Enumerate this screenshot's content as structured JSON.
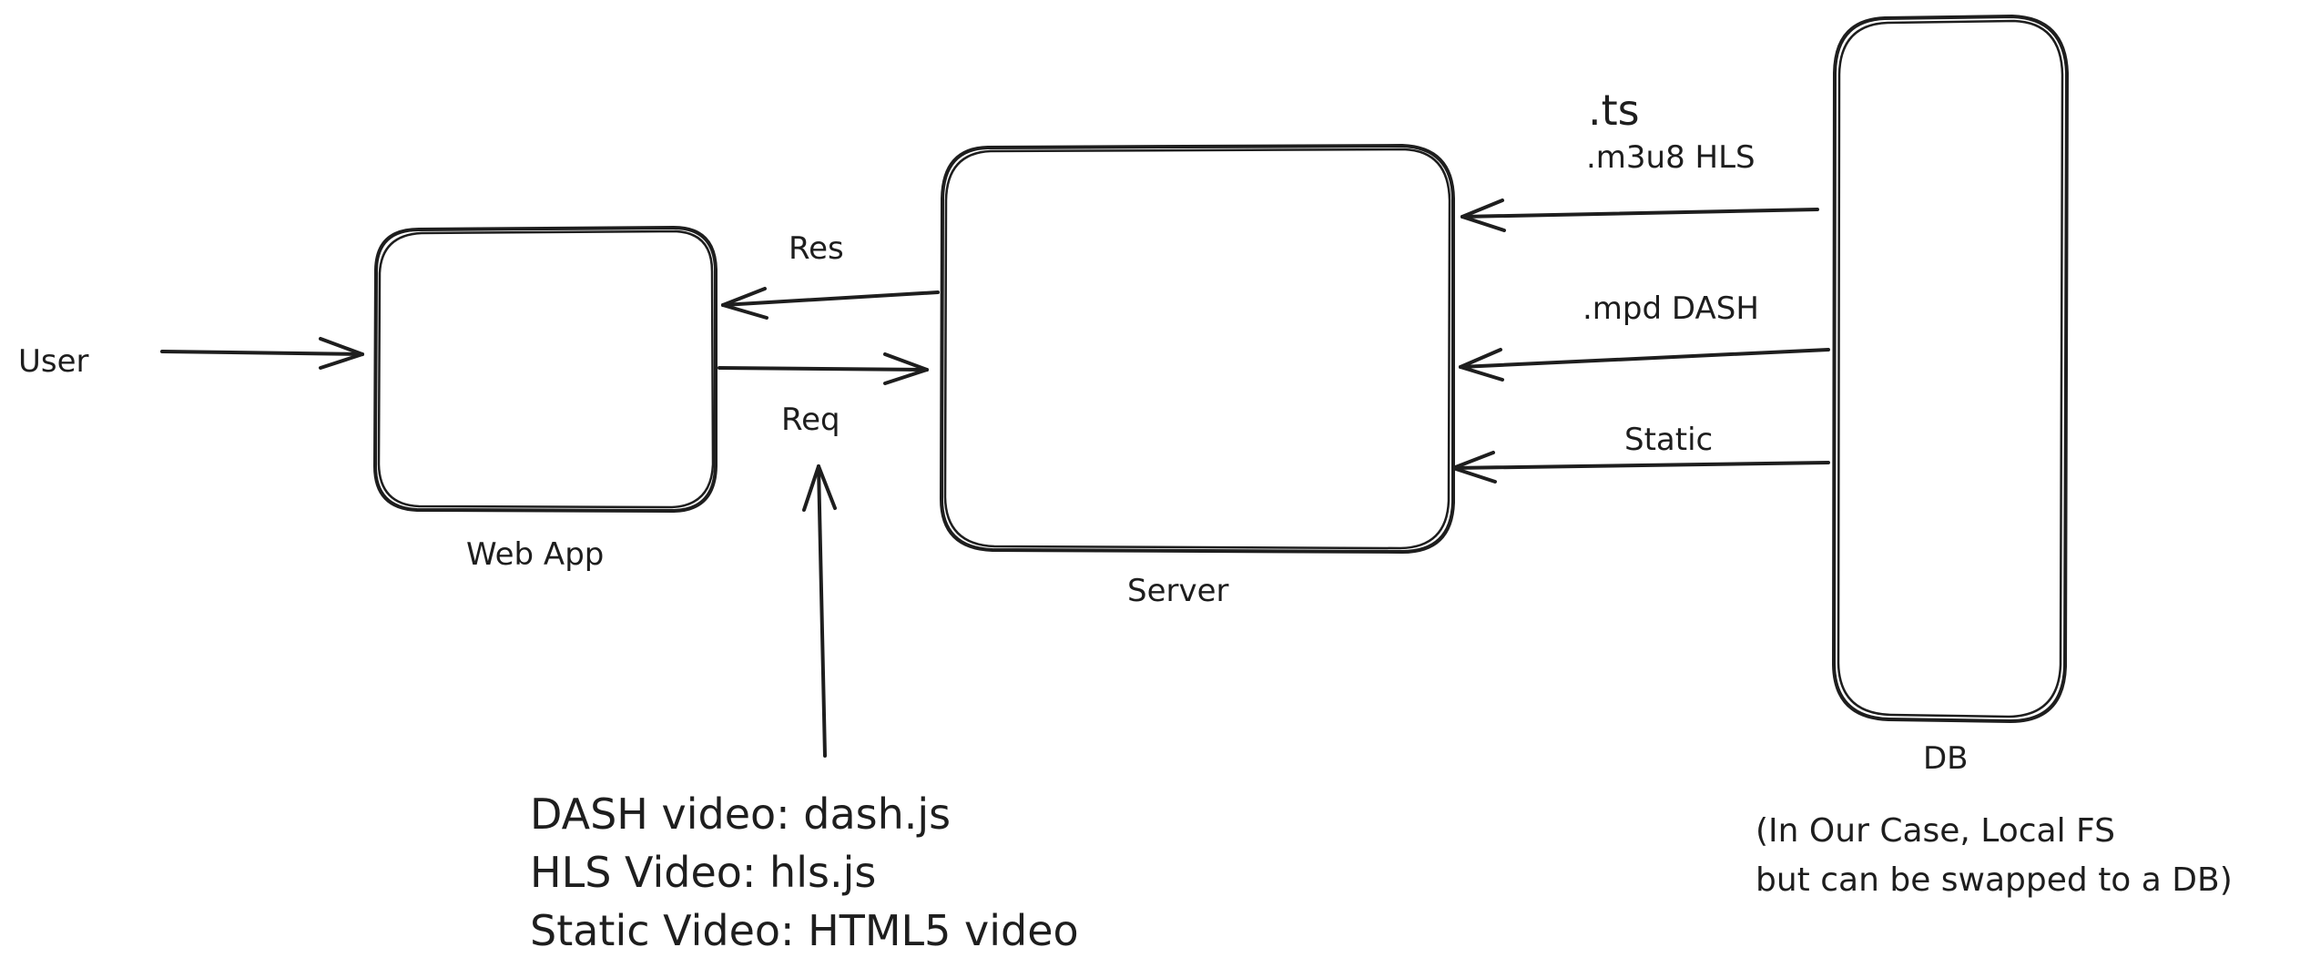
{
  "diagram": {
    "nodes": {
      "user": {
        "label": "User"
      },
      "webapp": {
        "label": "Web App"
      },
      "server": {
        "label": "Server"
      },
      "db": {
        "label": "DB"
      }
    },
    "edges": {
      "res": {
        "label": "Res"
      },
      "req": {
        "label": "Req"
      },
      "ts": {
        "label": ".ts"
      },
      "hls": {
        "label": ".m3u8 HLS"
      },
      "dash": {
        "label": ".mpd DASH"
      },
      "static": {
        "label": "Static"
      }
    },
    "notes": {
      "players": [
        "DASH video: dash.js",
        "HLS Video: hls.js",
        "Static Video: HTML5 video"
      ],
      "db_note": [
        "(In Our Case, Local FS",
        "but can be swapped to a DB)"
      ]
    },
    "colors": {
      "stroke": "#1e1e1e",
      "background": "#ffffff"
    }
  }
}
